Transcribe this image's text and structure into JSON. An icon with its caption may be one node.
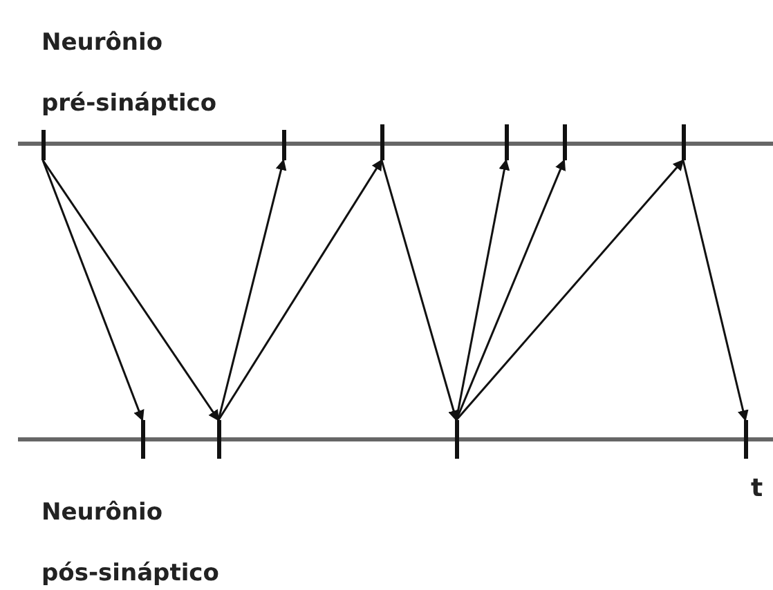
{
  "diagram": {
    "nodes": [
      {
        "text": [],
        "shape": "bar"
      },
      {
        "text": [],
        "shape": "bar"
      },
      {
        "text": [],
        "shape": "bar"
      },
      {
        "text": [],
        "shape": "bar"
      },
      {
        "text": [],
        "shape": "bar"
      },
      {
        "text": [],
        "shape": "bar"
      },
      {
        "text": [],
        "shape": "bar"
      },
      {
        "text": [],
        "shape": "bar"
      },
      {
        "text": [],
        "shape": "bar"
      },
      {
        "text": [],
        "shape": "bar"
      }
    ],
    "edges": [
      {
        "from": 0,
        "to": 6,
        "arrow": "to"
      },
      {
        "from": 0,
        "to": 7,
        "arrow": "to"
      },
      {
        "from": 7,
        "to": 1,
        "arrow": "to"
      },
      {
        "from": 7,
        "to": 2,
        "arrow": "to"
      },
      {
        "from": 2,
        "to": 8,
        "arrow": "to"
      },
      {
        "from": 8,
        "to": 3,
        "arrow": "to"
      },
      {
        "from": 8,
        "to": 4,
        "arrow": "to"
      },
      {
        "from": 8,
        "to": 5,
        "arrow": "to"
      },
      {
        "from": 5,
        "to": 9,
        "arrow": "to"
      }
    ],
    "labels": [
      "Neurônio pré-sináptico",
      "Neurônio pós-sináptico",
      "t"
    ]
  }
}
